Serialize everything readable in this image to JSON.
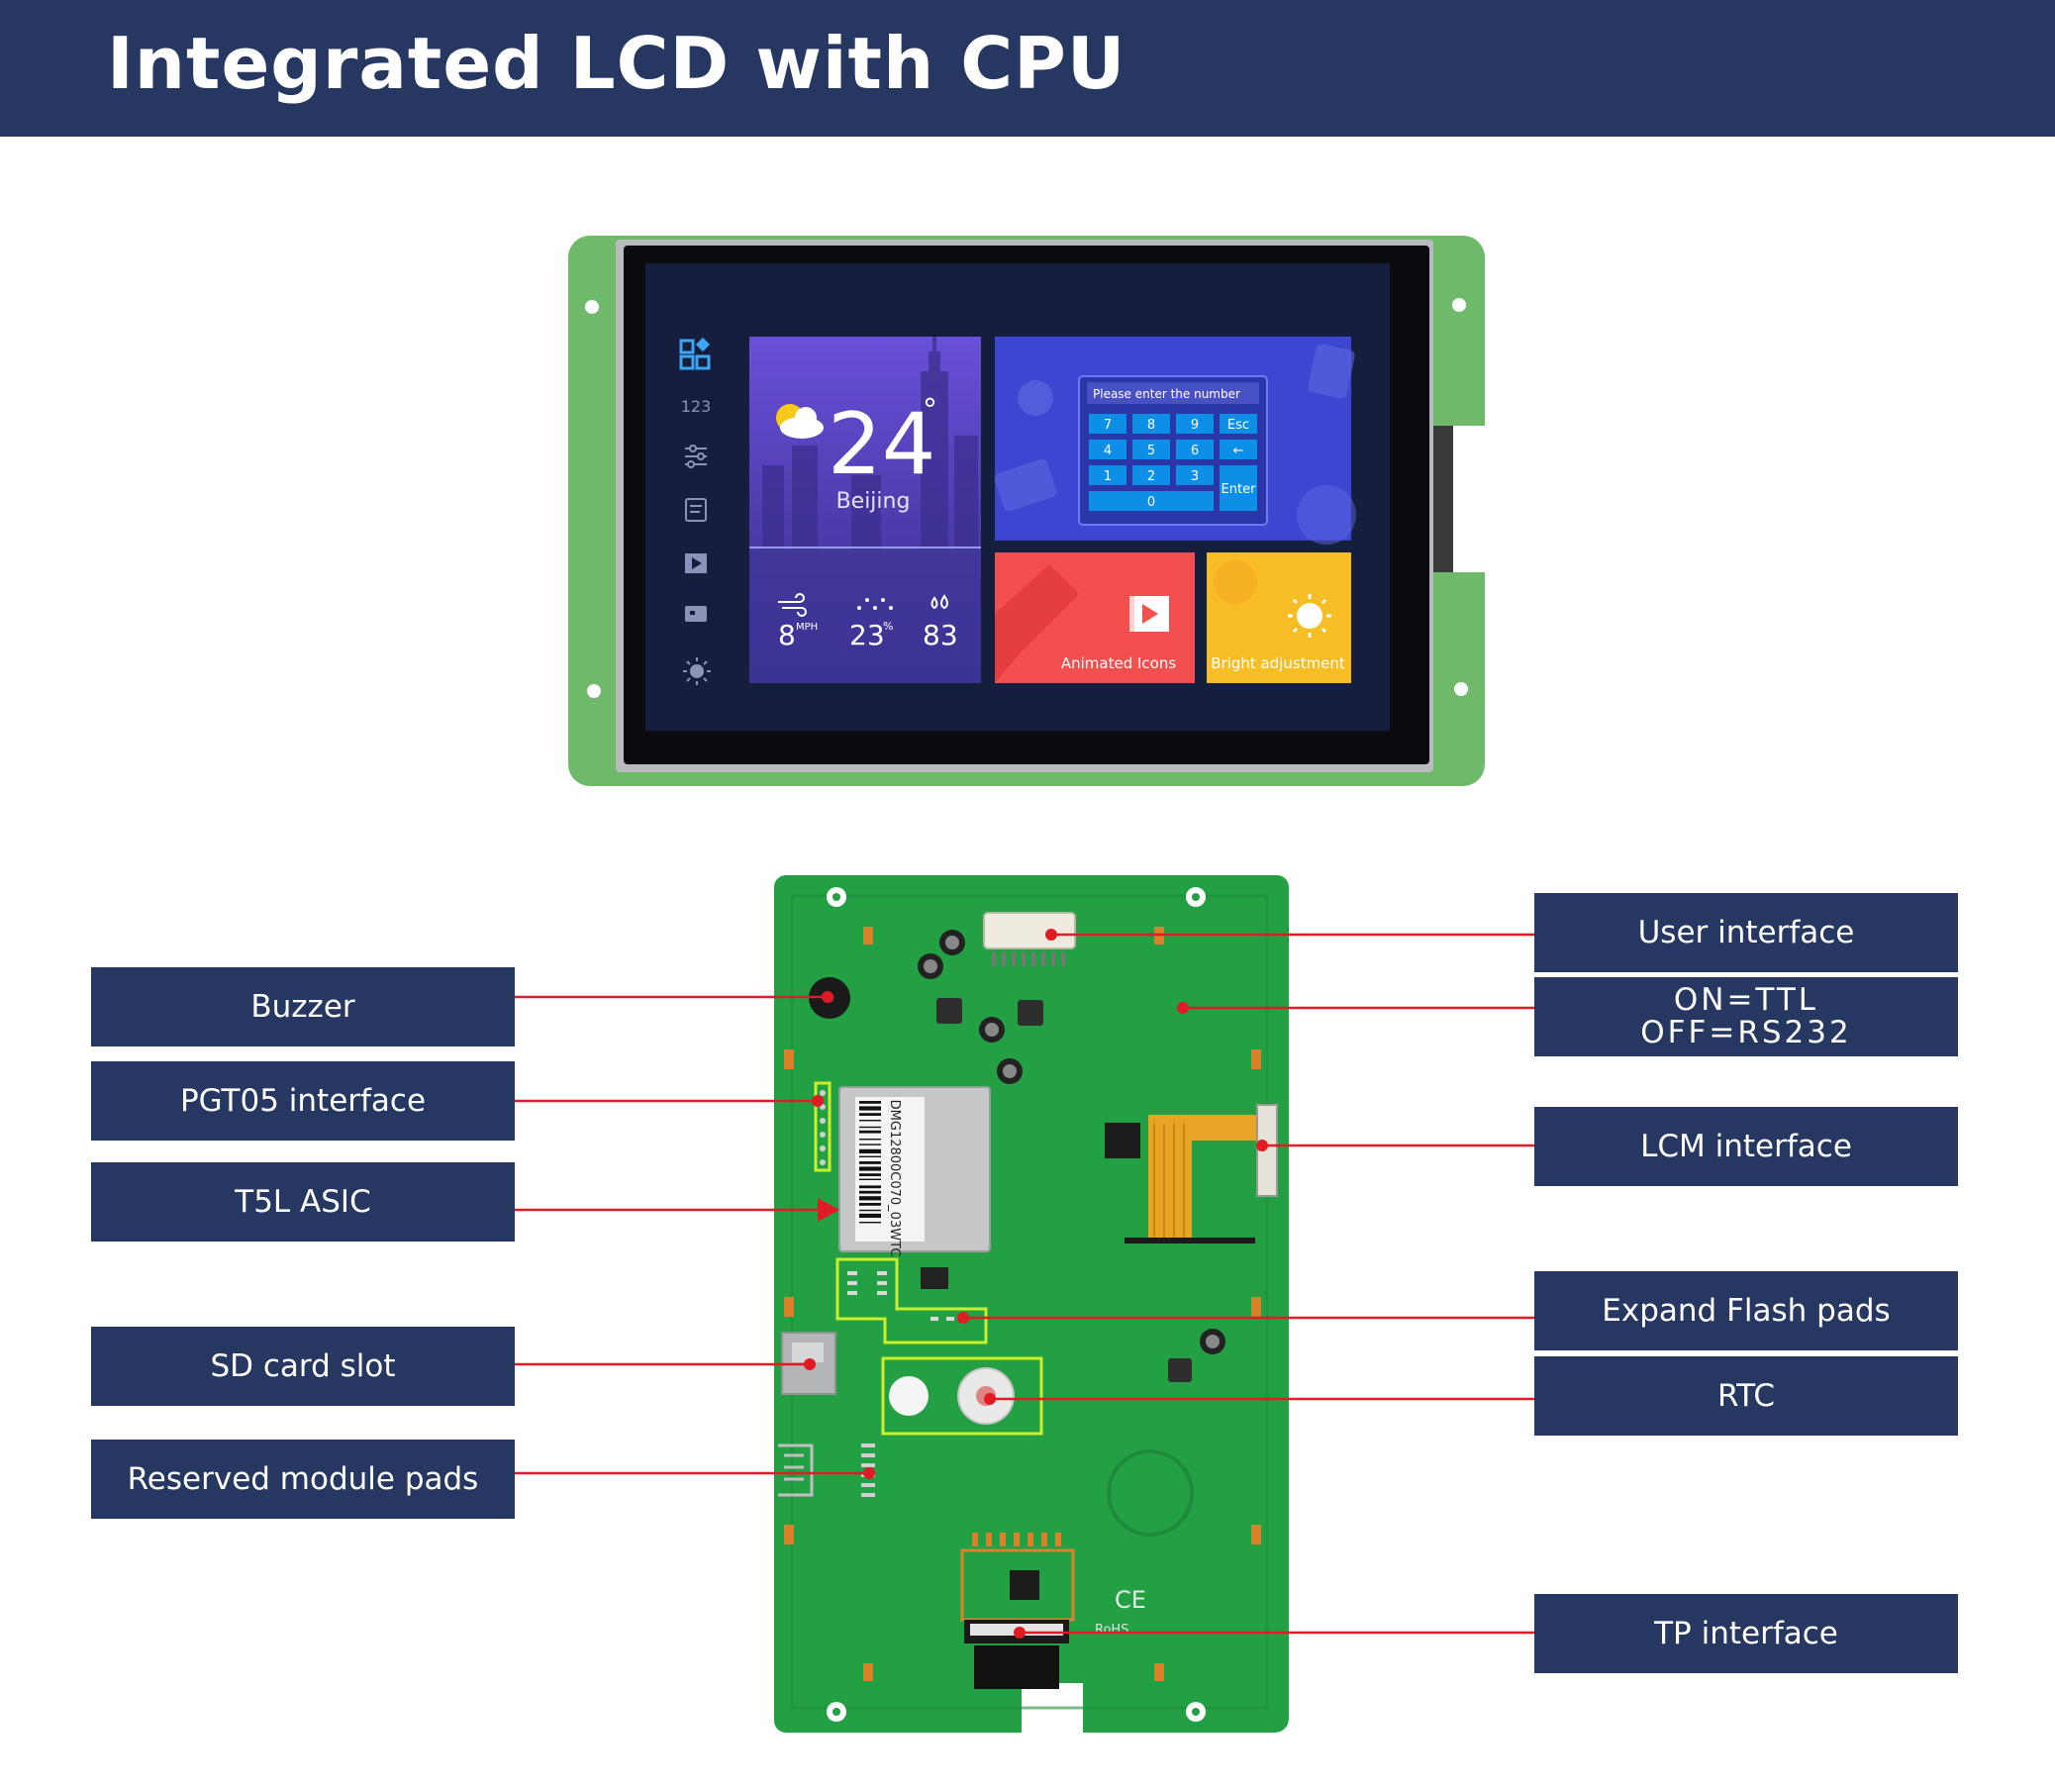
{
  "title": "Integrated LCD with CPU",
  "colors": {
    "header_bg": "#263862",
    "leader_line": "#e01b24",
    "pcb_green": "#2aa24a"
  },
  "labels_left": [
    {
      "id": "buzzer",
      "text": "Buzzer"
    },
    {
      "id": "pgt05",
      "text": "PGT05 interface"
    },
    {
      "id": "t5l",
      "text": "T5L ASIC"
    },
    {
      "id": "sd",
      "text": "SD card slot"
    },
    {
      "id": "reserved",
      "text": "Reserved module pads"
    }
  ],
  "labels_right": [
    {
      "id": "user",
      "lines": [
        "User interface"
      ]
    },
    {
      "id": "ttl",
      "lines": [
        "ON=TTL",
        "OFF=RS232"
      ]
    },
    {
      "id": "lcm",
      "lines": [
        "LCM interface"
      ]
    },
    {
      "id": "flash",
      "lines": [
        "Expand Flash pads"
      ]
    },
    {
      "id": "rtc",
      "lines": [
        "RTC"
      ]
    },
    {
      "id": "tp",
      "lines": [
        "TP interface"
      ]
    }
  ],
  "screen": {
    "weather": {
      "temp": "24",
      "degree": "°",
      "city": "Beijing",
      "wind": "8",
      "wind_unit": "MPH",
      "humidity": "23",
      "humidity_unit": "%",
      "rain": "83"
    },
    "keypad": {
      "prompt": "Please enter the number",
      "keys": [
        "7",
        "8",
        "9",
        "Esc",
        "4",
        "5",
        "6",
        "←",
        "1",
        "2",
        "3",
        "Enter",
        "0"
      ]
    },
    "tiles": {
      "animated": "Animated Icons",
      "bright": "Bright adjustment"
    },
    "sidebar_icons": [
      "apps-icon",
      "numbers-icon",
      "sliders-icon",
      "note-icon",
      "video-icon",
      "card-icon",
      "sun-icon"
    ]
  },
  "pcb": {
    "chip_text": "DMG12800C070_03WTC",
    "marks": [
      "CE",
      "RoHS"
    ]
  }
}
